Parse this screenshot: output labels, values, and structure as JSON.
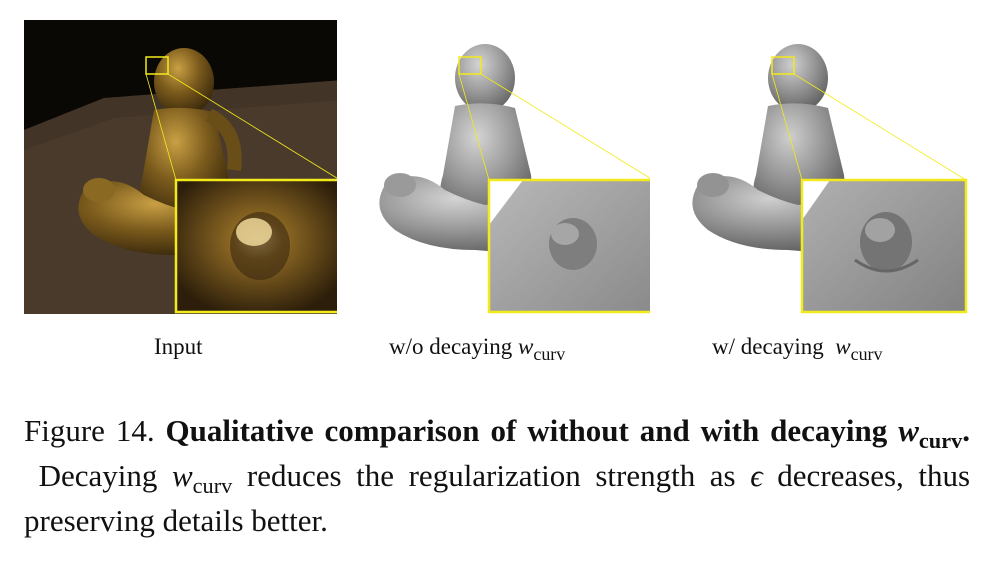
{
  "panels": [
    {
      "label": "Input"
    },
    {
      "label_text": "w/o decaying ",
      "label_symbol": "w",
      "label_sub": "curv"
    },
    {
      "label_text": "w/ decaying  ",
      "label_symbol": "w",
      "label_sub": "curv"
    }
  ],
  "caption": {
    "figure_number": "Figure 14.",
    "bold_title": "Qualitative comparison of without and with decaying",
    "bold_symbol": "w",
    "bold_sub": "curv",
    "bold_end": ".",
    "body_pre": "Decaying",
    "body_symbol": "w",
    "body_sub": "curv",
    "body_mid": "reduces the regularization strength as",
    "epsilon": "ϵ",
    "body_end": "decreases, thus preserving details better."
  },
  "colors": {
    "highlight": "#f2ea1a",
    "input_bg": "#0a0805",
    "floor": "#4a3a2c",
    "statue_gold": "#8a6a22",
    "render_gray": "#9a9a9a"
  }
}
